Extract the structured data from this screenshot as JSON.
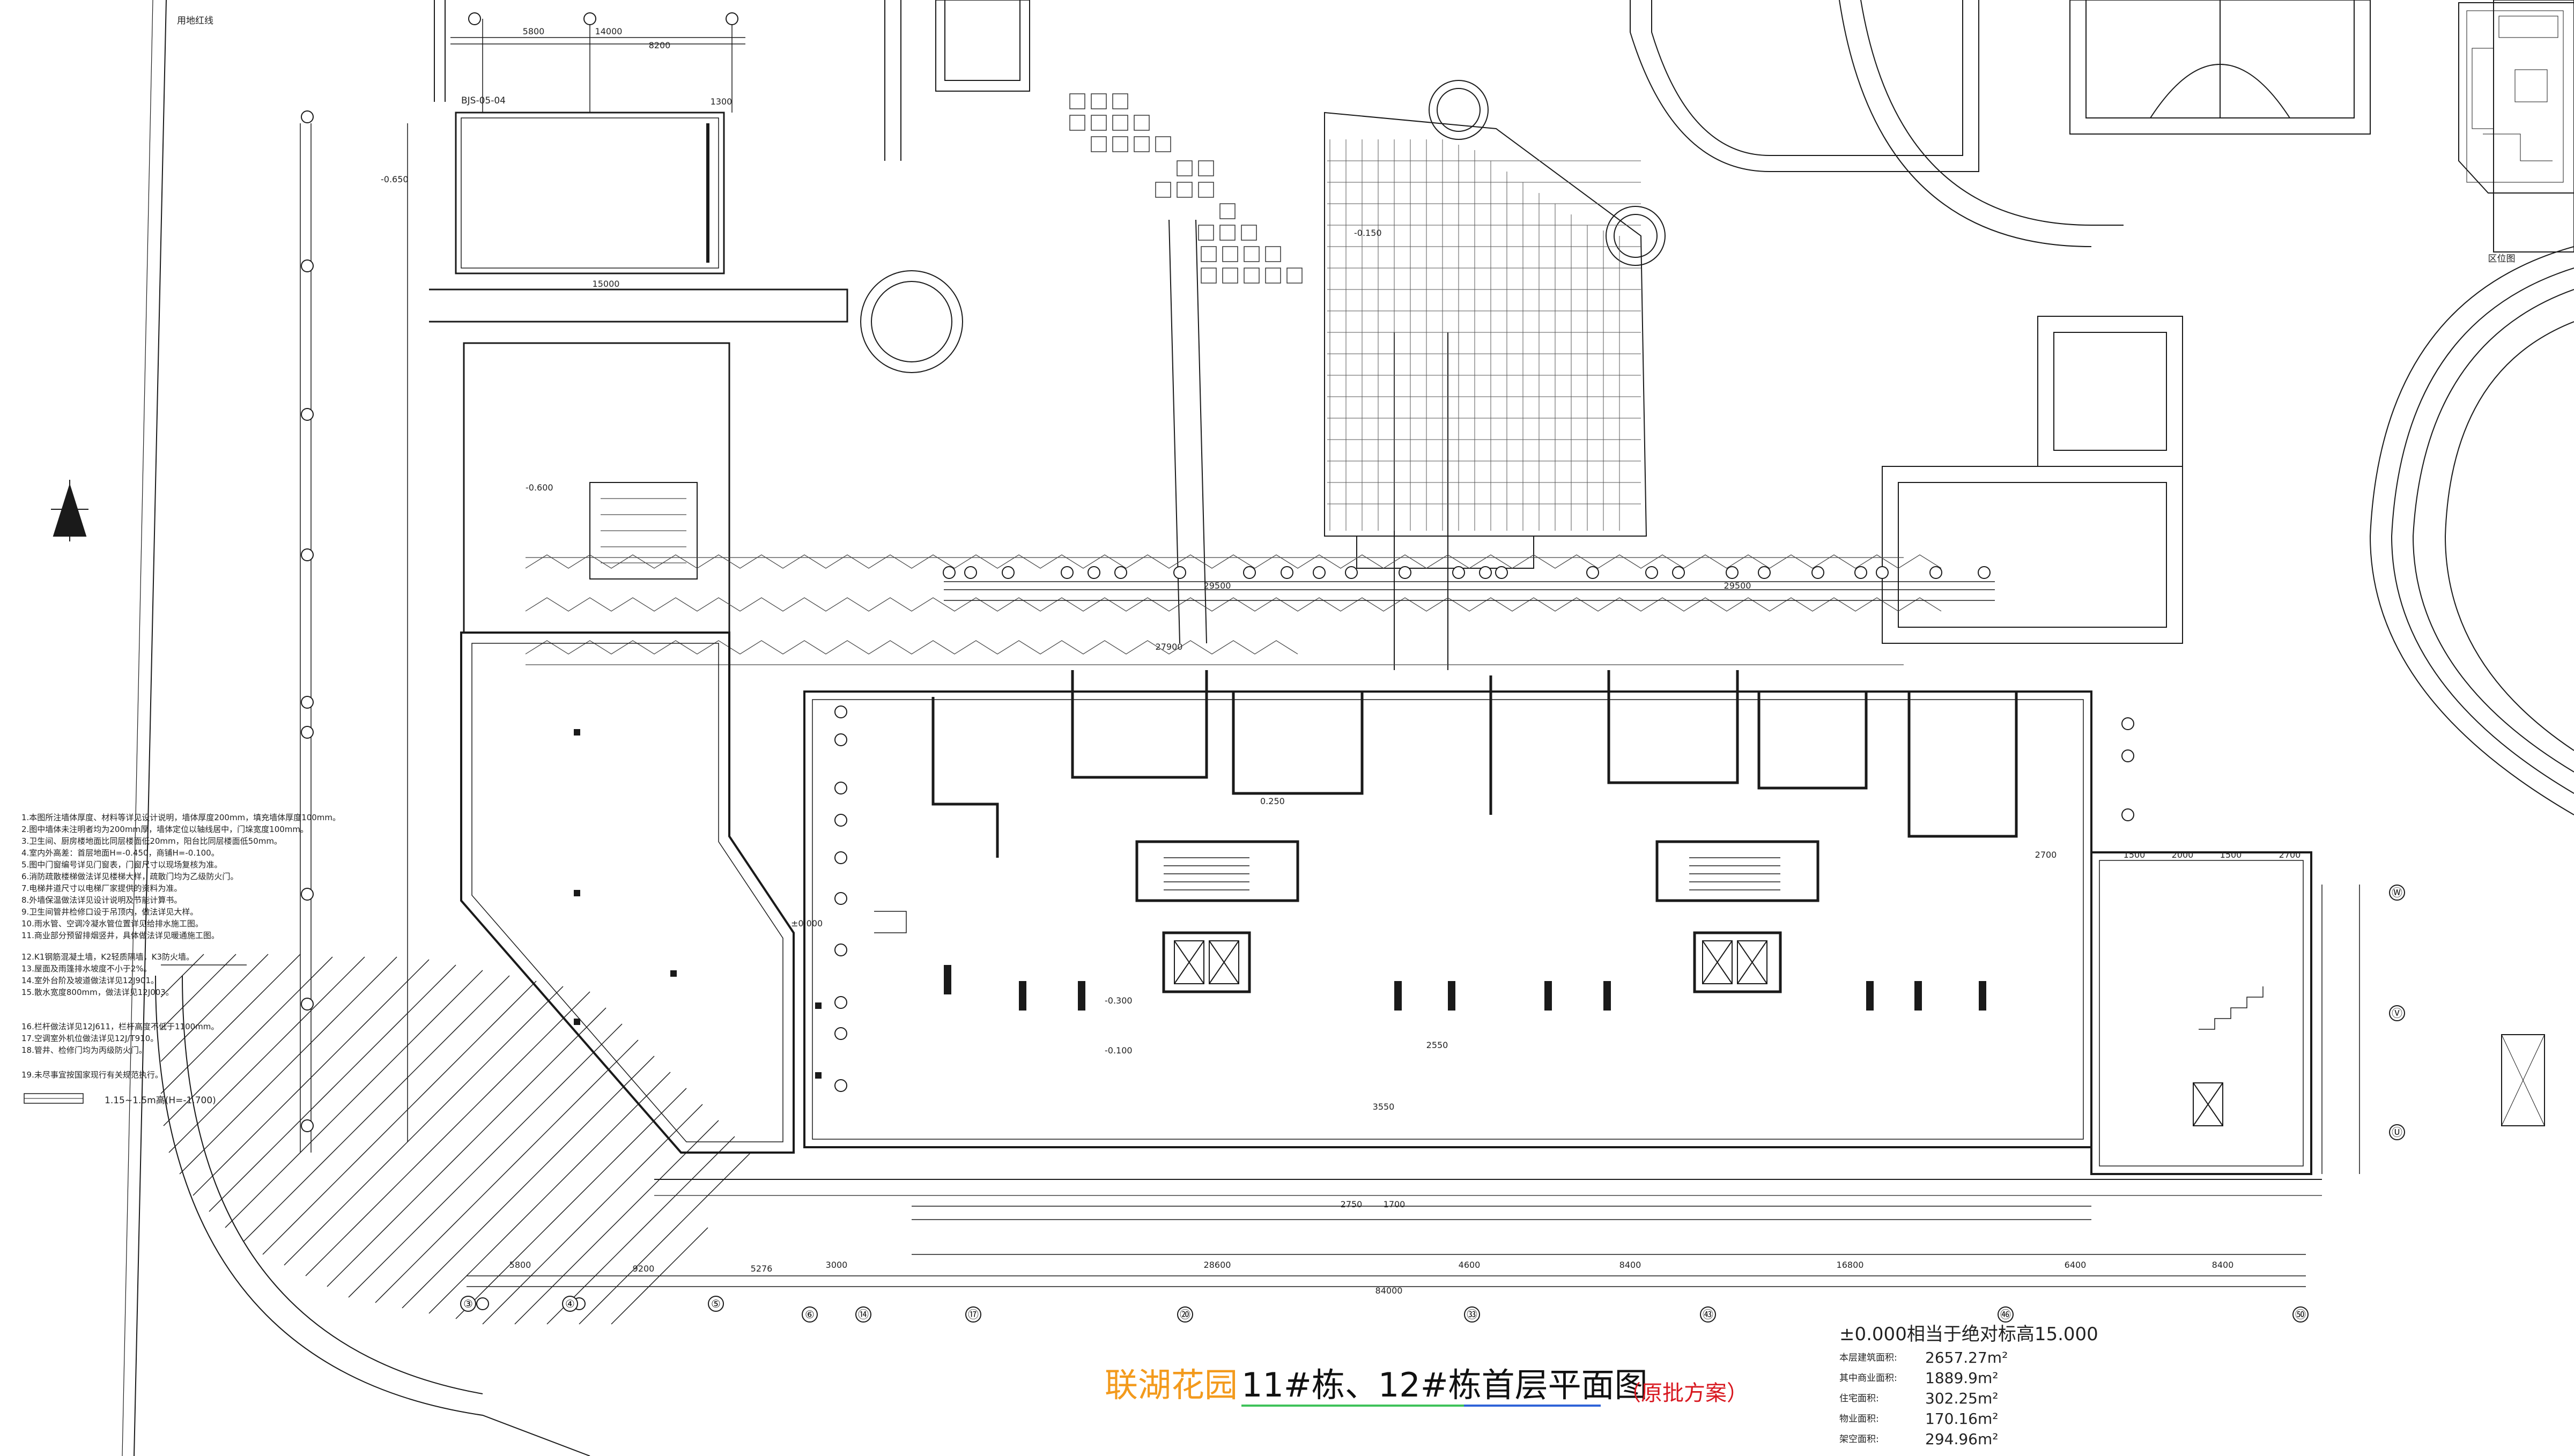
{
  "title": {
    "project": "联湖花园",
    "building": "11#栋、12#栋首层平面图",
    "scheme": "（原批方案）"
  },
  "elevation_note": "±0.000相当于绝对标高15.000",
  "areas": [
    {
      "label": "本层建筑面积:",
      "value": "2657.27m²"
    },
    {
      "label": "其中商业面积:",
      "value": "1889.9m²"
    },
    {
      "label": "住宅面积:",
      "value": "302.25m²"
    },
    {
      "label": "物业面积:",
      "value": "170.16m²"
    },
    {
      "label": "架空面积:",
      "value": "294.96m²"
    }
  ],
  "labels": {
    "red_line": "用地红线",
    "location_map": "区位图",
    "ref_number": "BJS-05-04",
    "legend_item": "1.15~1.5m高(H=-1.700)"
  },
  "dimensions_top": [
    "5800",
    "14000",
    "8200",
    "1300",
    "15000"
  ],
  "dimensions_bottom": [
    "5800",
    "9200",
    "5276",
    "3000",
    "28600",
    "4600",
    "8400",
    "16800",
    "6400",
    "8400",
    "84000"
  ],
  "dimensions_mid": [
    "29500",
    "27900",
    "29500",
    "2700",
    "1500",
    "2000",
    "1500",
    "2700",
    "2750",
    "1700",
    "2550",
    "3550"
  ],
  "axes_bottom": [
    "③",
    "④",
    "⑤",
    "⑥",
    "⑭",
    "⑰",
    "⑳",
    "㉝",
    "㊸",
    "㊻",
    "㊿"
  ],
  "axes_right": [
    "Ⓦ",
    "Ⓥ",
    "Ⓤ"
  ],
  "elevations": [
    "-0.600",
    "-0.650",
    "-0.300",
    "-0.100",
    "0.250",
    "±0.000",
    "-0.150"
  ],
  "notes": [
    "1.本图所注墙体厚度、材料等详见设计说明，墙体厚度200mm，填充墙体厚度100mm。",
    "2.图中墙体未注明者均为200mm厚，墙体定位以轴线居中，门垛宽度100mm。",
    "3.卫生间、厨房楼地面比同层楼面低20mm，阳台比同层楼面低50mm。",
    "4.室内外高差：首层地面H=-0.450，商铺H=-0.100。",
    "5.图中门窗编号详见门窗表，门窗尺寸以现场复核为准。",
    "6.消防疏散楼梯做法详见楼梯大样，疏散门均为乙级防火门。",
    "7.电梯井道尺寸以电梯厂家提供的资料为准。",
    "8.外墙保温做法详见设计说明及节能计算书。",
    "9.卫生间管井检修口设于吊顶内，做法详见大样。",
    "10.雨水管、空调冷凝水管位置详见给排水施工图。",
    "11.商业部分预留排烟竖井，具体做法详见暖通施工图。",
    "12.K1钢筋混凝土墙，K2轻质隔墙，K3防火墙。",
    "13.屋面及雨篷排水坡度不小于2%。",
    "14.室外台阶及坡道做法详见12J901。",
    "15.散水宽度800mm，做法详见12J003。",
    "16.栏杆做法详见12J611，栏杆高度不低于1100mm。",
    "17.空调室外机位做法详见12J/T910。",
    "18.管井、检修门均为丙级防火门。",
    "19.未尽事宜按国家现行有关规范执行。"
  ],
  "colors": {
    "line": "#1a1a1a",
    "title_project": "#f39a1c",
    "title_building": "#111111",
    "title_scheme": "#d8171f",
    "underline_left": "#3fc25a",
    "underline_right": "#2f63d8"
  }
}
